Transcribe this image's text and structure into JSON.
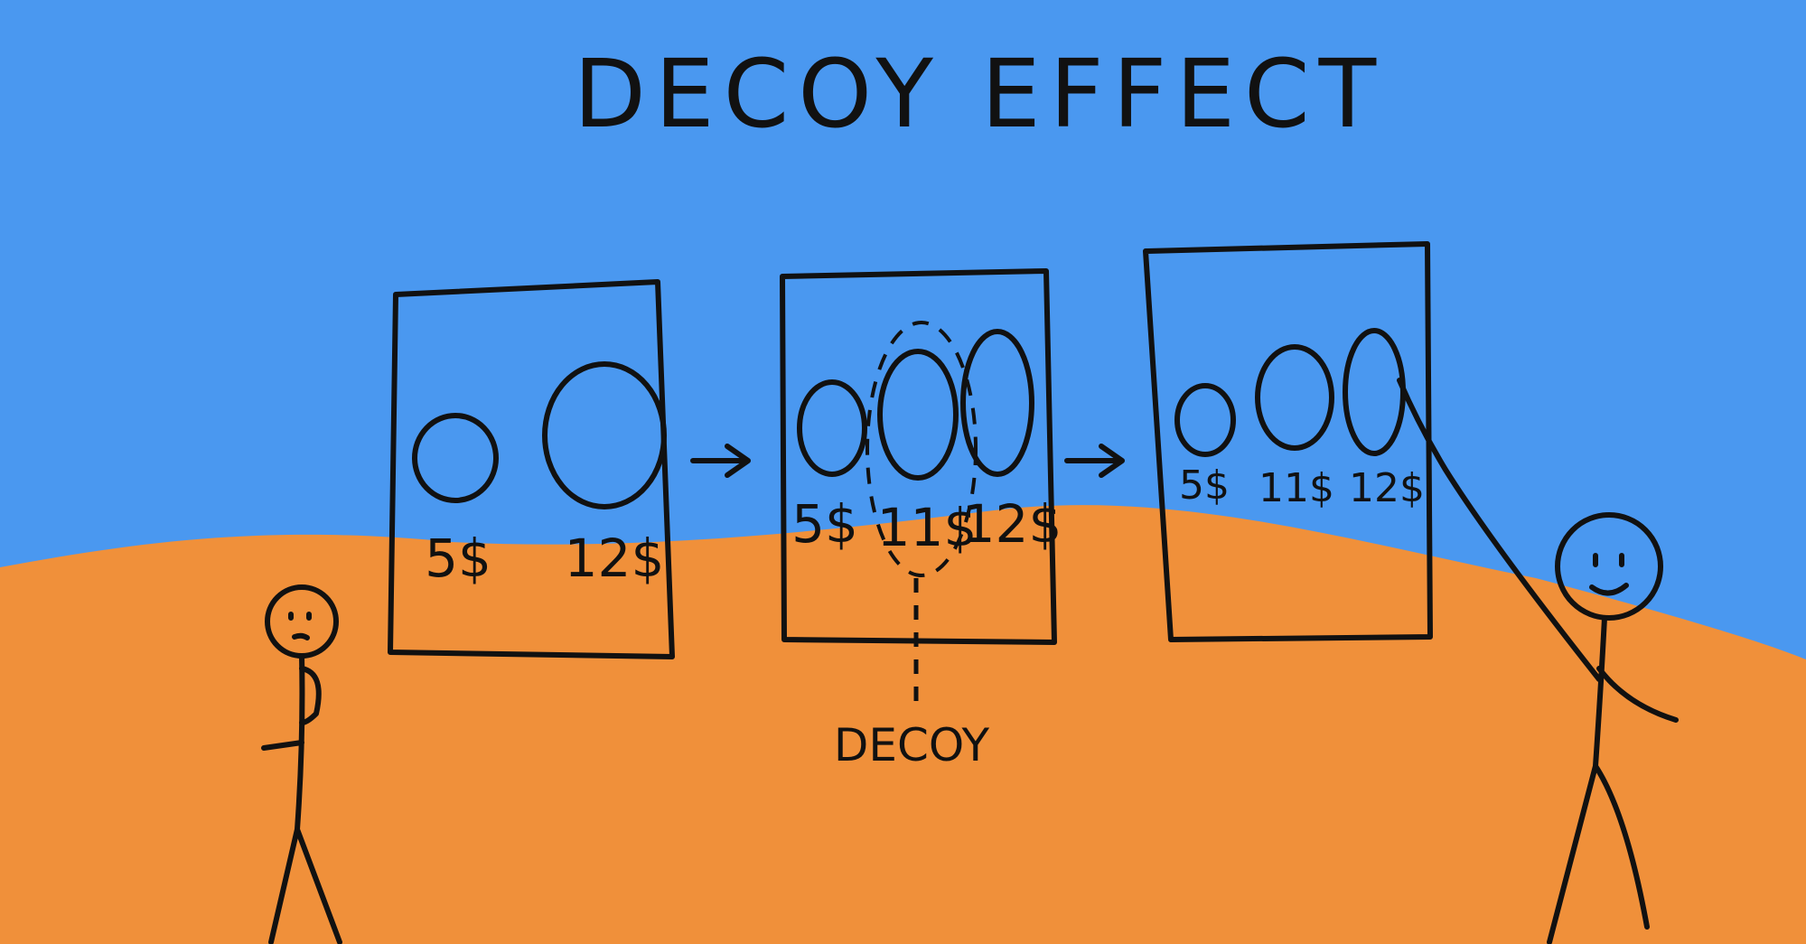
{
  "title": "DECOY EFFECT",
  "colors": {
    "sky": "#4a98f0",
    "ground": "#f0903a",
    "board": "#d9bc78",
    "small_option": "#f5943a",
    "decoy_option": "#ee7042",
    "large_option": "#ee5a5a"
  },
  "boards": [
    {
      "prices": [
        "5$",
        "12$"
      ]
    },
    {
      "prices": [
        "5$",
        "11$",
        "12$"
      ]
    },
    {
      "prices": [
        "5$",
        "11$",
        "12$"
      ]
    }
  ],
  "decoy_label": "DECOY"
}
